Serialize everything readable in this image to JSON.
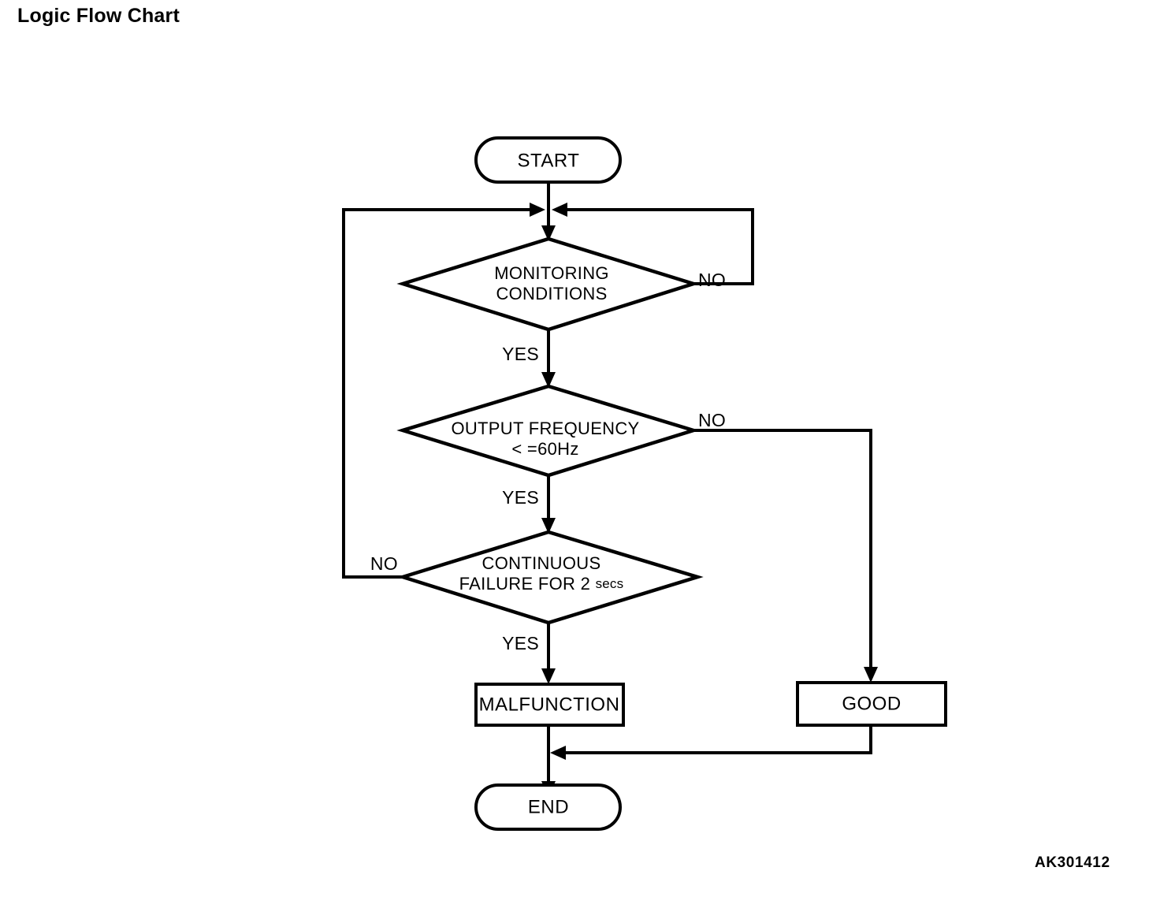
{
  "page": {
    "title": "Logic Flow Chart",
    "watermark": "AK301412",
    "background_color": "#ffffff",
    "line_color": "#000000"
  },
  "chart_data": {
    "type": "diagram",
    "diagram_kind": "flowchart",
    "title": "Logic Flow Chart",
    "nodes": [
      {
        "id": "start",
        "shape": "terminator",
        "label": "START"
      },
      {
        "id": "monitoring",
        "shape": "decision",
        "label_line1": "MONITORING",
        "label_line2": "CONDITIONS"
      },
      {
        "id": "frequency",
        "shape": "decision",
        "label_line1": "OUTPUT FREQUENCY",
        "label_line2_pre": "< =60",
        "label_line2_unit": "Hz"
      },
      {
        "id": "failure",
        "shape": "decision",
        "label_line1": "CONTINUOUS",
        "label_line2_pre": "FAILURE FOR 2 ",
        "label_line2_post": "secs"
      },
      {
        "id": "malfunction",
        "shape": "process",
        "label": "MALFUNCTION"
      },
      {
        "id": "good",
        "shape": "process",
        "label": "GOOD"
      },
      {
        "id": "end",
        "shape": "terminator",
        "label": "END"
      }
    ],
    "edges": [
      {
        "from": "start",
        "to": "monitoring",
        "label": ""
      },
      {
        "from": "monitoring",
        "to": "monitoring",
        "label": "NO",
        "route": "right-loop-back-to-top"
      },
      {
        "from": "monitoring",
        "to": "frequency",
        "label": "YES"
      },
      {
        "from": "frequency",
        "to": "good",
        "label": "NO",
        "route": "right-down"
      },
      {
        "from": "frequency",
        "to": "failure",
        "label": "YES"
      },
      {
        "from": "failure",
        "to": "monitoring",
        "label": "NO",
        "route": "left-loop-back-to-top"
      },
      {
        "from": "failure",
        "to": "malfunction",
        "label": "YES"
      },
      {
        "from": "malfunction",
        "to": "end",
        "label": ""
      },
      {
        "from": "good",
        "to": "end",
        "label": "",
        "route": "down-left-merge"
      }
    ]
  },
  "labels": {
    "start": "START",
    "end": "END",
    "malfunction": "MALFUNCTION",
    "good": "GOOD",
    "monitoring_l1": "MONITORING",
    "monitoring_l2": "CONDITIONS",
    "frequency_l1": "OUTPUT FREQUENCY",
    "frequency_l2": "< =60Hz",
    "failure_l1": "CONTINUOUS",
    "failure_l2_main": "FAILURE FOR 2 ",
    "failure_l2_small": "secs",
    "yes_1": "YES",
    "yes_2": "YES",
    "yes_3": "YES",
    "no_1": "NO",
    "no_2": "NO",
    "no_3": "NO"
  }
}
